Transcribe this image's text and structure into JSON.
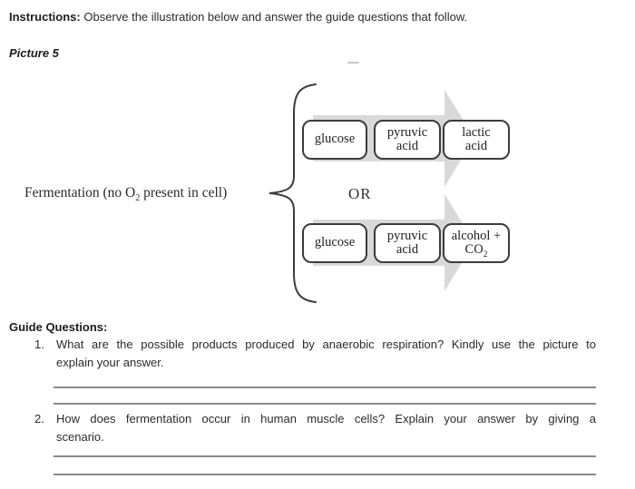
{
  "instructions": {
    "label": "Instructions:",
    "text": " Observe the illustration below and answer the guide questions that follow."
  },
  "picture_label": "Picture 5",
  "diagram": {
    "side_label_pre": "Fermentation (no O",
    "side_label_sub": "2",
    "side_label_post": " present in cell)",
    "or_label": "OR",
    "arrow_color": "#d9d9d9",
    "box_border_color": "#3c3c3c",
    "row1": {
      "box1_line1": "glucose",
      "box2_line1": "pyruvic",
      "box2_line2": "acid",
      "box3_line1": "lactic",
      "box3_line2": "acid"
    },
    "row2": {
      "box1_line1": "glucose",
      "box2_line1": "pyruvic",
      "box2_line2": "acid",
      "box3_line1": "alcohol +",
      "box3_line2_pre": "CO",
      "box3_line2_sub": "2"
    }
  },
  "guide": {
    "heading": "Guide Questions:",
    "questions": [
      {
        "number": "1.",
        "line1": "What are the possible products produced by anaerobic respiration? Kindly use the picture to",
        "line2": "explain your answer."
      },
      {
        "number": "2.",
        "line1": "How does fermentation occur in human muscle cells? Explain your answer by giving a",
        "line2": "scenario."
      }
    ]
  }
}
